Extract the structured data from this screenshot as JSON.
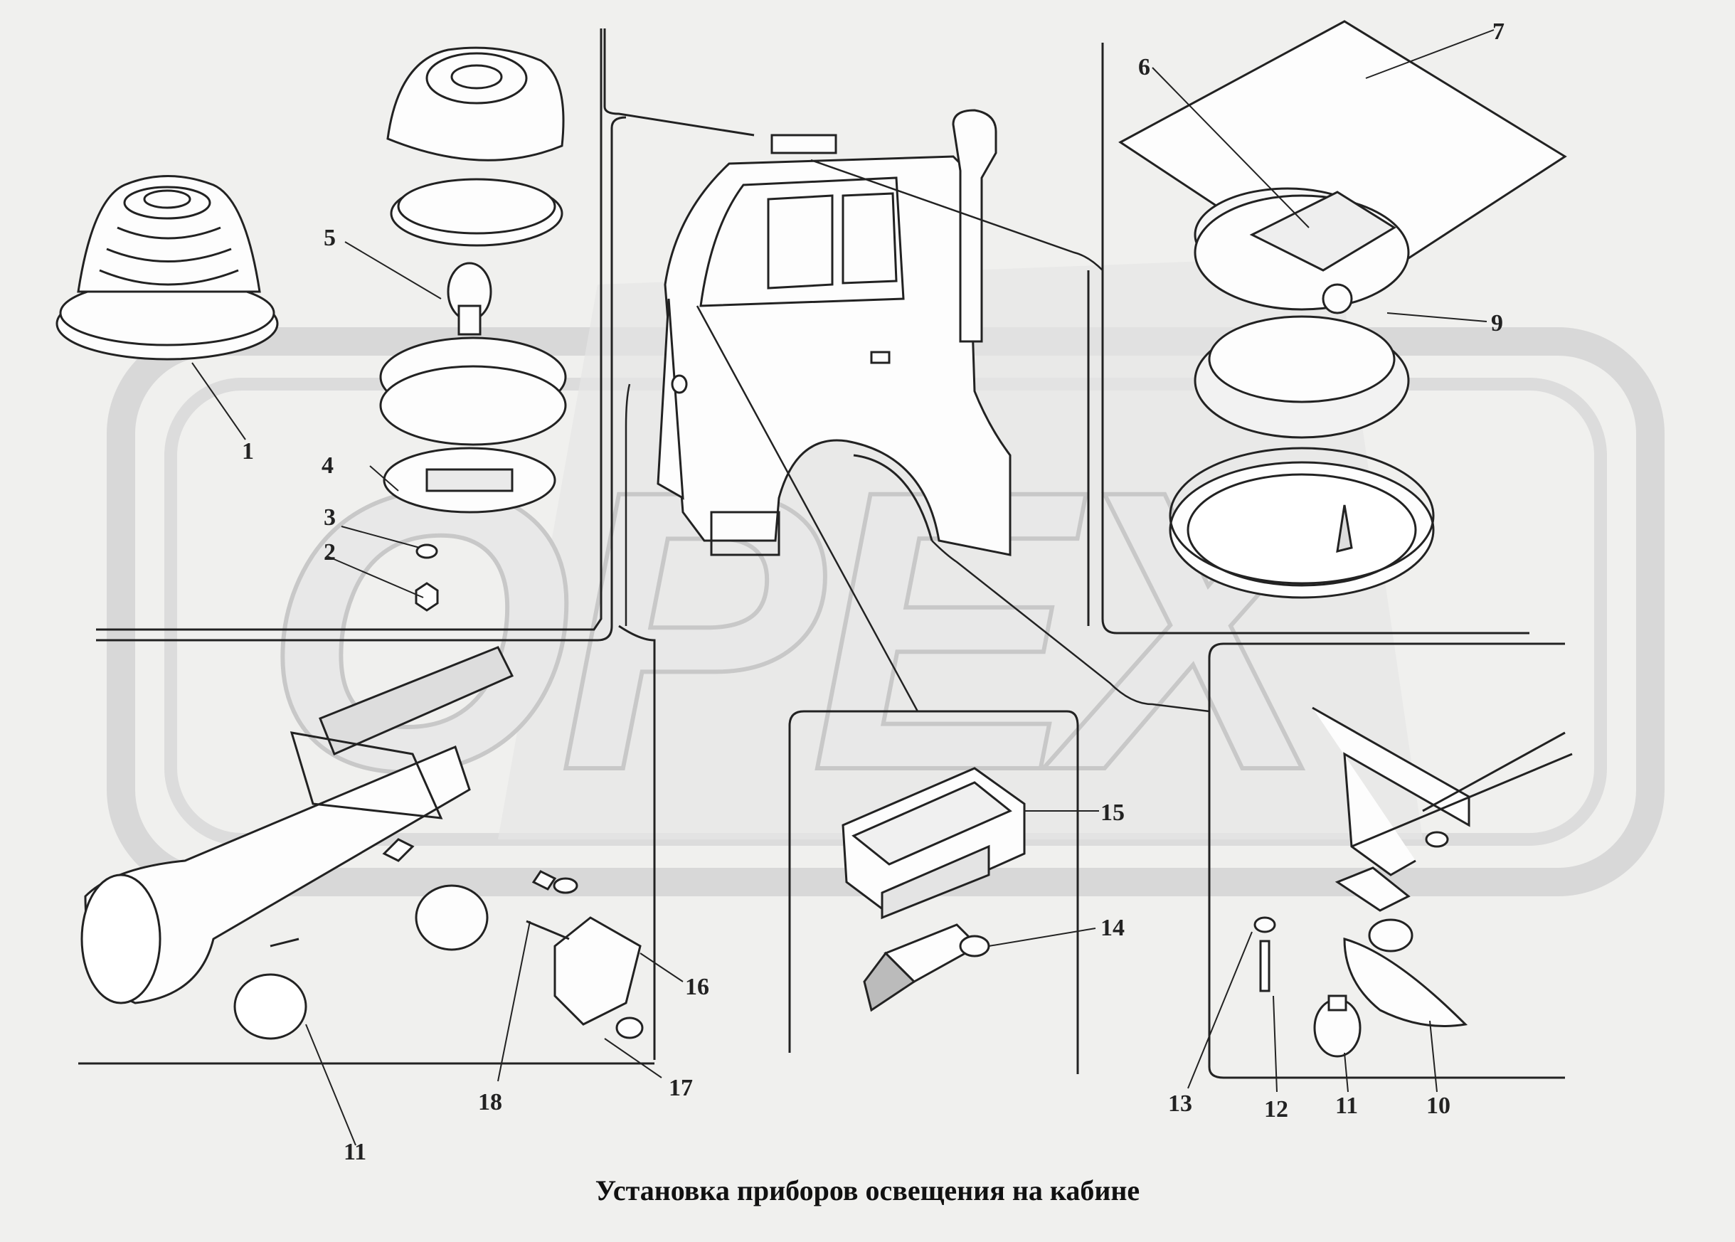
{
  "caption": "Установка приборов освещения на кабине",
  "watermark": "OPEX",
  "colors": {
    "background": "#f0f0ee",
    "line": "#222222",
    "watermark_fill": "#e2e2e2",
    "watermark_stroke": "#cfcfcf"
  },
  "callouts": [
    "1",
    "2",
    "3",
    "4",
    "5",
    "6",
    "7",
    "9",
    "10",
    "11",
    "11",
    "12",
    "13",
    "14",
    "15",
    "16",
    "17",
    "18"
  ]
}
